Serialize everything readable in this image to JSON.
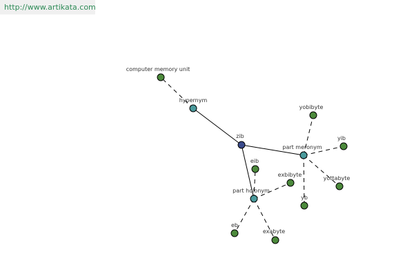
{
  "banner": {
    "url_text": "http://www.artikata.com"
  },
  "colors": {
    "center": "#3a4a8c",
    "relation": "#4a9a9c",
    "leaf": "#4c8a3c",
    "edge": "#000000",
    "banner_text": "#2e8b57"
  },
  "graph": {
    "nodes": [
      {
        "id": "center",
        "label": "zib",
        "kind": "center"
      },
      {
        "id": "hypernym",
        "label": "hypernym",
        "kind": "relation"
      },
      {
        "id": "meronym",
        "label": "part meronym",
        "kind": "relation"
      },
      {
        "id": "holonym",
        "label": "part holonym",
        "kind": "relation"
      },
      {
        "id": "computer-memory-unit",
        "label": "computer memory unit",
        "kind": "leaf"
      },
      {
        "id": "yobibyte",
        "label": "yobibyte",
        "kind": "leaf"
      },
      {
        "id": "yib",
        "label": "yib",
        "kind": "leaf"
      },
      {
        "id": "yottabyte",
        "label": "yottabyte",
        "kind": "leaf"
      },
      {
        "id": "yb",
        "label": "yb",
        "kind": "leaf"
      },
      {
        "id": "eib",
        "label": "eib",
        "kind": "leaf"
      },
      {
        "id": "exbibyte",
        "label": "exbibyte",
        "kind": "leaf"
      },
      {
        "id": "eb",
        "label": "eb",
        "kind": "leaf"
      },
      {
        "id": "exabyte",
        "label": "exabyte",
        "kind": "leaf"
      }
    ],
    "edges": [
      {
        "from": "center",
        "to": "hypernym",
        "style": "solid"
      },
      {
        "from": "center",
        "to": "meronym",
        "style": "solid"
      },
      {
        "from": "center",
        "to": "holonym",
        "style": "solid"
      },
      {
        "from": "hypernym",
        "to": "computer-memory-unit",
        "style": "dashed"
      },
      {
        "from": "meronym",
        "to": "yobibyte",
        "style": "dashed"
      },
      {
        "from": "meronym",
        "to": "yib",
        "style": "dashed"
      },
      {
        "from": "meronym",
        "to": "yottabyte",
        "style": "dashed"
      },
      {
        "from": "meronym",
        "to": "yb",
        "style": "dashed"
      },
      {
        "from": "holonym",
        "to": "eib",
        "style": "dashed"
      },
      {
        "from": "holonym",
        "to": "exbibyte",
        "style": "dashed"
      },
      {
        "from": "holonym",
        "to": "eb",
        "style": "dashed"
      },
      {
        "from": "holonym",
        "to": "exabyte",
        "style": "dashed"
      }
    ]
  }
}
